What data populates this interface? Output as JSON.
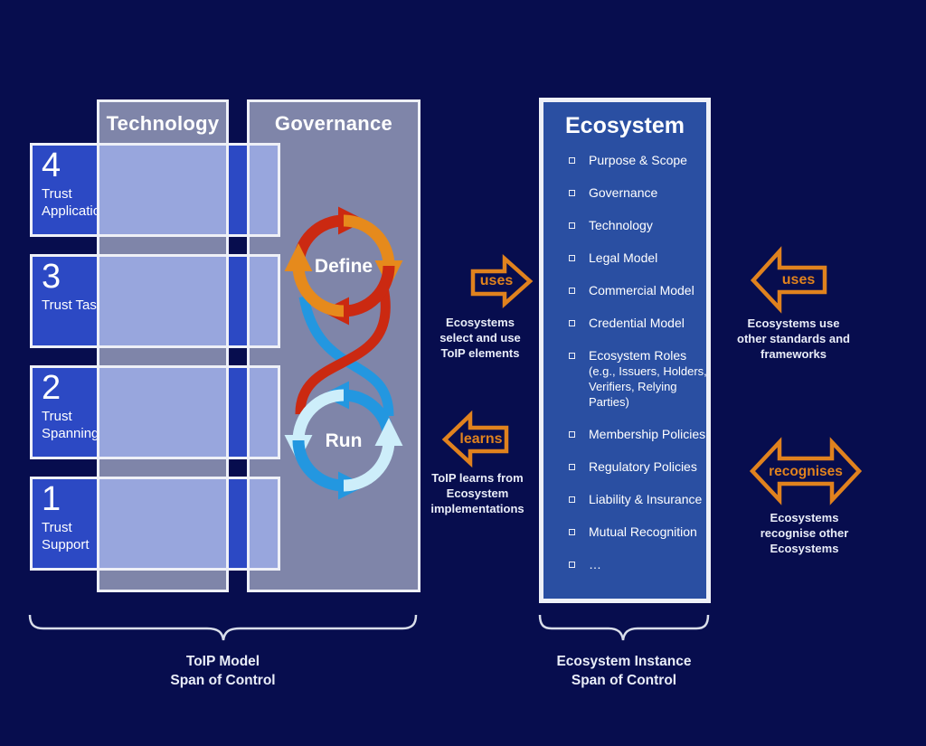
{
  "colors": {
    "background": "#070d4e",
    "column_gray": "#7f85a9",
    "layer_blue": "#2c49c4",
    "cell_light_blue": "#98a6dd",
    "ecosystem_blue": "#2a4fa2",
    "accent_orange": "#e0821e",
    "define_red": "#cb2911",
    "define_orange": "#e68a1c",
    "run_blue": "#2397e0",
    "run_pale": "#cdeefa",
    "border_white": "#eef0f7"
  },
  "columns": {
    "technology": "Technology",
    "governance": "Governance"
  },
  "layers": [
    {
      "number": "4",
      "label": "Trust Applications"
    },
    {
      "number": "3",
      "label": "Trust Tasks"
    },
    {
      "number": "2",
      "label": "Trust Spanning"
    },
    {
      "number": "1",
      "label": "Trust Support"
    }
  ],
  "loop": {
    "define_label": "Define",
    "run_label": "Run"
  },
  "ecosystem": {
    "title": "Ecosystem",
    "items": [
      {
        "label": "Purpose & Scope"
      },
      {
        "label": "Governance"
      },
      {
        "label": "Technology"
      },
      {
        "label": "Legal Model"
      },
      {
        "label": "Commercial Model"
      },
      {
        "label": "Credential Model"
      },
      {
        "label": "Ecosystem Roles",
        "sub": [
          "(e.g., Issuers, Holders,",
          "Verifiers, Relying",
          "Parties)"
        ]
      },
      {
        "label": "Membership Policies"
      },
      {
        "label": "Regulatory Policies"
      },
      {
        "label": "Liability & Insurance"
      },
      {
        "label": "Mutual Recognition"
      },
      {
        "label": "…"
      }
    ]
  },
  "arrows": {
    "mid_uses": {
      "label": "uses",
      "caption": [
        "Ecosystems",
        "select and use",
        "ToIP elements"
      ]
    },
    "mid_learns": {
      "label": "learns",
      "caption": [
        "ToIP learns from",
        "Ecosystem",
        "implementations"
      ]
    },
    "right_uses": {
      "label": "uses",
      "caption": [
        "Ecosystems use",
        "other standards and",
        "frameworks"
      ]
    },
    "right_recognises": {
      "label": "recognises",
      "caption": [
        "Ecosystems",
        "recognise other",
        "Ecosystems"
      ]
    }
  },
  "footer": {
    "left": [
      "ToIP Model",
      "Span of Control"
    ],
    "right": [
      "Ecosystem Instance",
      "Span of Control"
    ]
  }
}
